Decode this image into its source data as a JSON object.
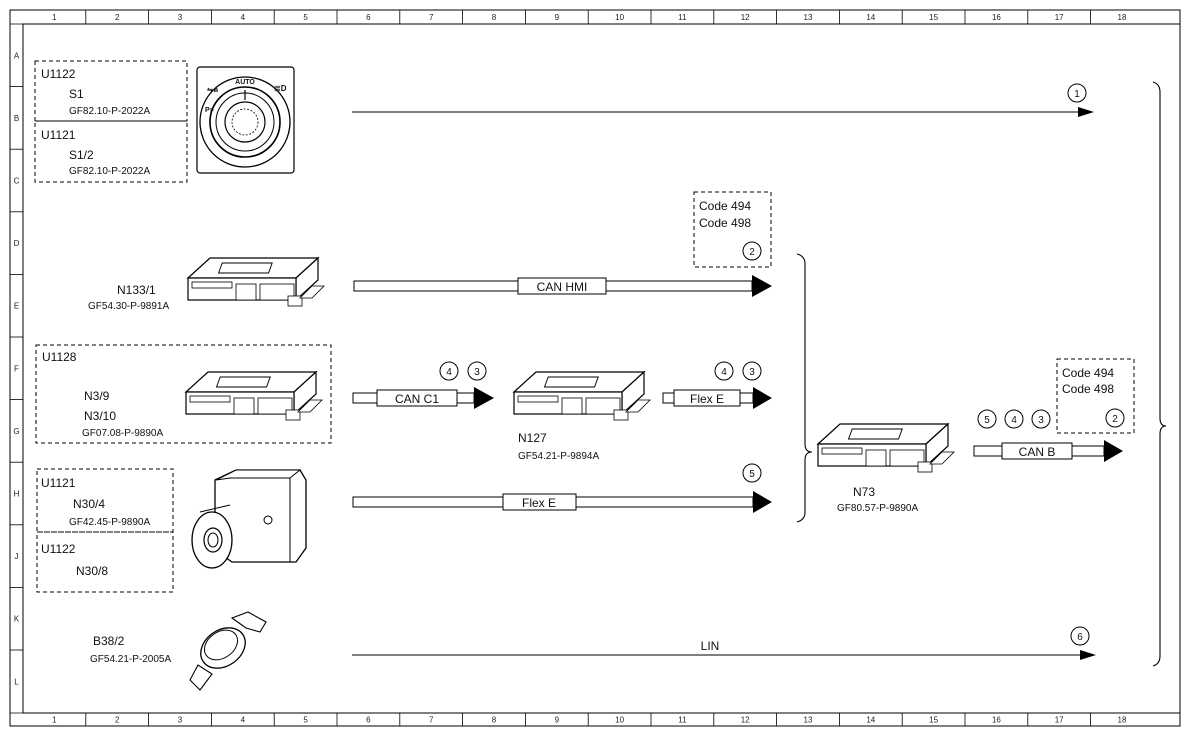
{
  "ruler": {
    "cols": [
      "1",
      "2",
      "3",
      "4",
      "5",
      "6",
      "7",
      "8",
      "9",
      "10",
      "11",
      "12",
      "13",
      "14",
      "15",
      "16",
      "17",
      "18"
    ],
    "rows": [
      "A",
      "B",
      "C",
      "D",
      "E",
      "F",
      "G",
      "H",
      "J",
      "K",
      "L"
    ]
  },
  "components": {
    "s1": {
      "code_top": "U1122",
      "name_top": "S1",
      "ref_top": "GF82.10-P-2022A",
      "code_bottom": "U1121",
      "name_bottom": "S1/2",
      "ref_bottom": "GF82.10-P-2022A"
    },
    "switch_labels": {
      "auto": "AUTO"
    },
    "n133": {
      "name": "N133/1",
      "ref": "GF54.30-P-9891A"
    },
    "n3": {
      "code": "U1128",
      "name1": "N3/9",
      "name2": "N3/10",
      "ref": "GF07.08-P-9890A"
    },
    "n127": {
      "name": "N127",
      "ref": "GF54.21-P-9894A"
    },
    "n30": {
      "code_top": "U1121",
      "name_top": "N30/4",
      "ref_top": "GF42.45-P-9890A",
      "code_bottom": "U1122",
      "name_bottom": "N30/8"
    },
    "b38": {
      "name": "B38/2",
      "ref": "GF54.21-P-2005A"
    },
    "n73": {
      "name": "N73",
      "ref": "GF80.57-P-9890A"
    }
  },
  "codes": {
    "box1": {
      "line1": "Code 494",
      "line2": "Code 498",
      "num": "2"
    },
    "box2": {
      "line1": "Code 494",
      "line2": "Code 498",
      "num": "2"
    }
  },
  "buses": {
    "can_hmi": "CAN HMI",
    "can_c1": "CAN C1",
    "flex_e1": "Flex E",
    "flex_e2": "Flex E",
    "can_b": "CAN B",
    "lin": "LIN"
  },
  "markers": {
    "m1": "1",
    "m6": "6",
    "c1a": "4",
    "c1b": "3",
    "fe1a": "4",
    "fe1b": "3",
    "fe2": "5",
    "cbA": "5",
    "cbB": "4",
    "cbC": "3"
  }
}
